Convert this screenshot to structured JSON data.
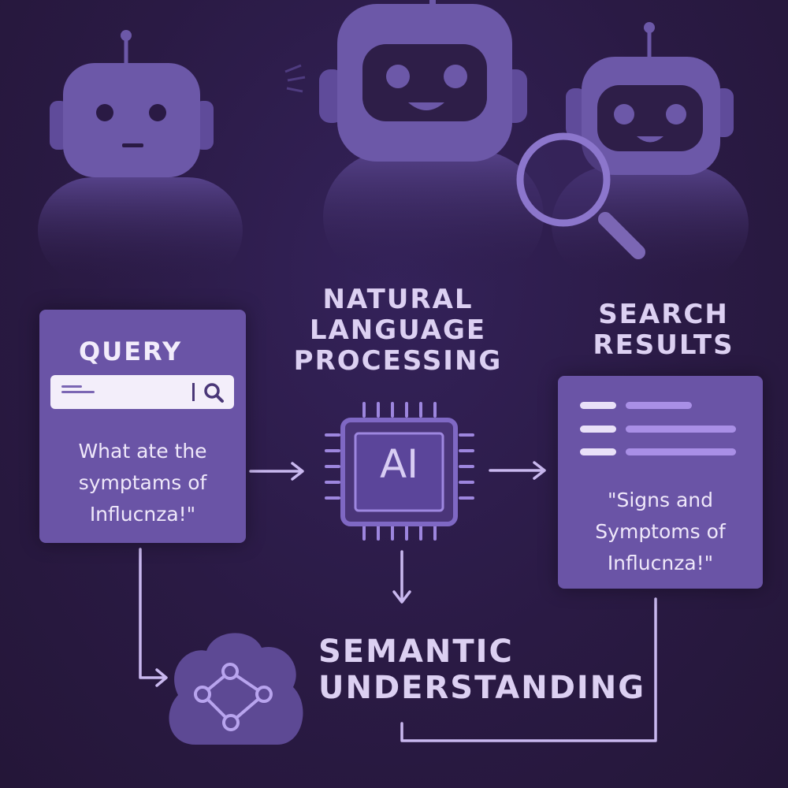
{
  "colors": {
    "background": "#2a1a44",
    "card": "#6a54a6",
    "accent": "#a98fe6",
    "heading_text": "#dcd0f2",
    "line": "#c9b8ef"
  },
  "robots": [
    "robot-icon",
    "robot-icon",
    "robot-with-magnifier-icon"
  ],
  "query": {
    "title": "QUERY",
    "search_icon": "search-icon",
    "text_lines": [
      "What ate the",
      "symptams of",
      "Influcnza!\""
    ]
  },
  "nlp": {
    "heading_lines": [
      "NATURAL",
      "LANGUAGE",
      "PROCESSING"
    ],
    "chip_label": "AI",
    "chip_icon": "ai-chip-icon"
  },
  "results": {
    "heading_lines": [
      "SEARCH",
      "RESULTS"
    ],
    "text_lines": [
      "\"Signs and",
      "Symptoms of",
      "Influcnza!\""
    ]
  },
  "semantic": {
    "heading_lines": [
      "SEMANTIC",
      "UNDERSTANDING"
    ],
    "icon": "network-cloud-icon"
  }
}
